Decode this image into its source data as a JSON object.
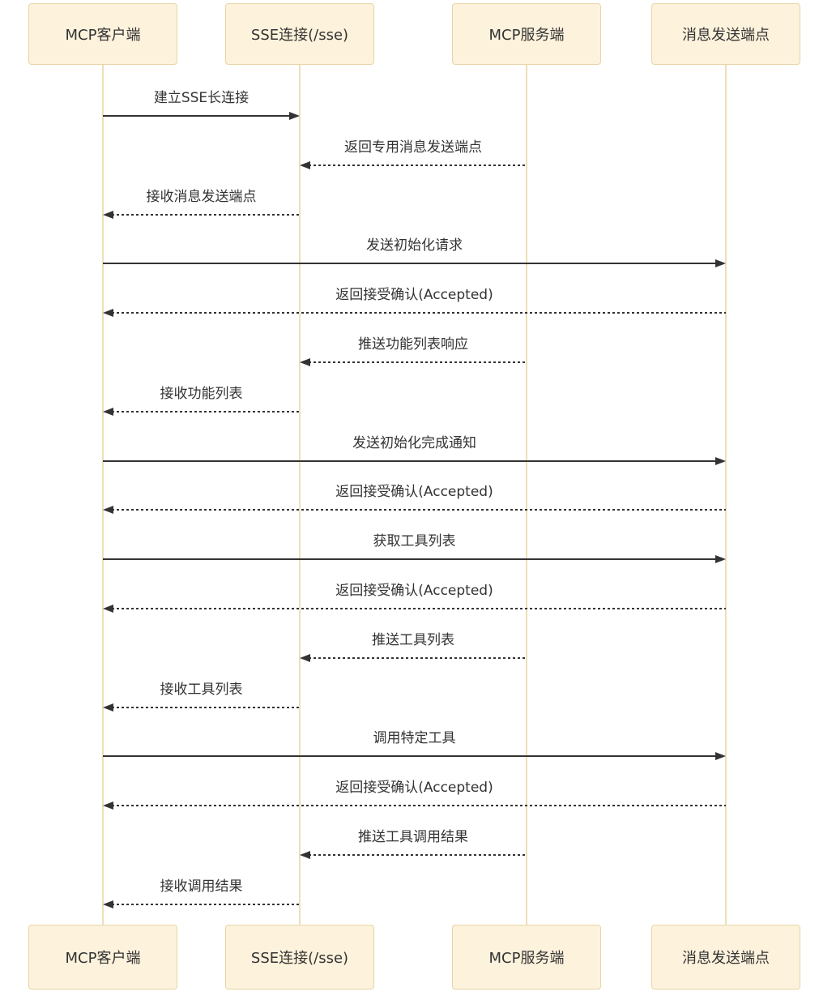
{
  "diagram": {
    "type": "sequence",
    "participants": [
      {
        "id": "client",
        "label": "MCP客户端"
      },
      {
        "id": "sse",
        "label": "SSE连接(/sse)"
      },
      {
        "id": "server",
        "label": "MCP服务端"
      },
      {
        "id": "endpoint",
        "label": "消息发送端点"
      }
    ],
    "messages": [
      {
        "label": "建立SSE长连接",
        "from": "client",
        "to": "sse",
        "style": "solid"
      },
      {
        "label": "返回专用消息发送端点",
        "from": "server",
        "to": "sse",
        "style": "dashed"
      },
      {
        "label": "接收消息发送端点",
        "from": "sse",
        "to": "client",
        "style": "dashed"
      },
      {
        "label": "发送初始化请求",
        "from": "client",
        "to": "endpoint",
        "style": "solid"
      },
      {
        "label": "返回接受确认(Accepted)",
        "from": "endpoint",
        "to": "client",
        "style": "dashed"
      },
      {
        "label": "推送功能列表响应",
        "from": "server",
        "to": "sse",
        "style": "dashed"
      },
      {
        "label": "接收功能列表",
        "from": "sse",
        "to": "client",
        "style": "dashed"
      },
      {
        "label": "发送初始化完成通知",
        "from": "client",
        "to": "endpoint",
        "style": "solid"
      },
      {
        "label": "返回接受确认(Accepted)",
        "from": "endpoint",
        "to": "client",
        "style": "dashed"
      },
      {
        "label": "获取工具列表",
        "from": "client",
        "to": "endpoint",
        "style": "solid"
      },
      {
        "label": "返回接受确认(Accepted)",
        "from": "endpoint",
        "to": "client",
        "style": "dashed"
      },
      {
        "label": "推送工具列表",
        "from": "server",
        "to": "sse",
        "style": "dashed"
      },
      {
        "label": "接收工具列表",
        "from": "sse",
        "to": "client",
        "style": "dashed"
      },
      {
        "label": "调用特定工具",
        "from": "client",
        "to": "endpoint",
        "style": "solid"
      },
      {
        "label": "返回接受确认(Accepted)",
        "from": "endpoint",
        "to": "client",
        "style": "dashed"
      },
      {
        "label": "推送工具调用结果",
        "from": "server",
        "to": "sse",
        "style": "dashed"
      },
      {
        "label": "接收调用结果",
        "from": "sse",
        "to": "client",
        "style": "dashed"
      }
    ],
    "colors": {
      "actor_fill": "#fdf2dc",
      "actor_border": "#e8d5a7",
      "lifeline": "#f0dfb6",
      "line": "#333333",
      "text": "#333333",
      "background": "#ffffff"
    }
  }
}
